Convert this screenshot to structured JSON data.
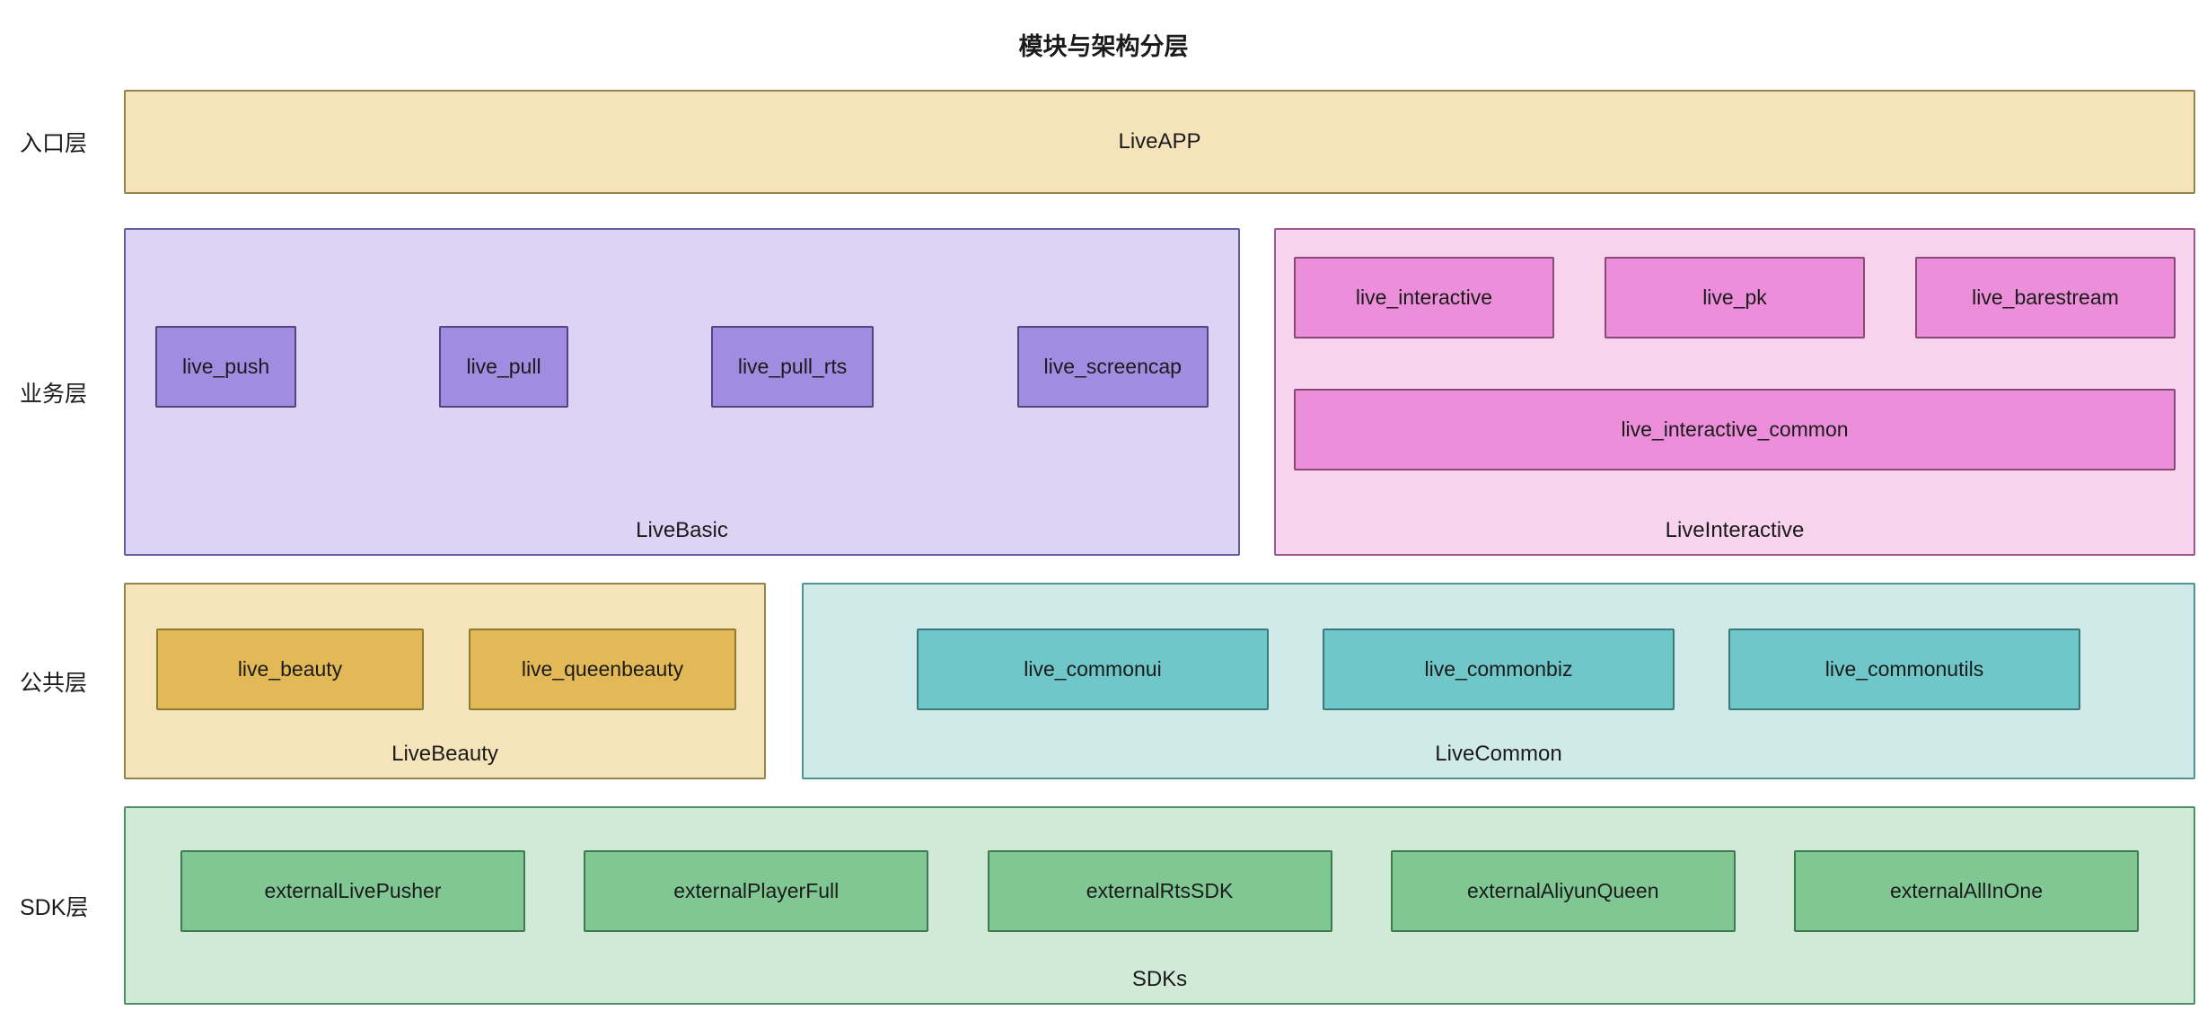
{
  "title": "模块与架构分层",
  "layers": {
    "entry": "入口层",
    "business": "业务层",
    "common": "公共层",
    "sdk": "SDK层"
  },
  "nodes": {
    "liveapp": {
      "label": "LiveAPP"
    },
    "livebasic": {
      "label": "LiveBasic",
      "items": [
        "live_push",
        "live_pull",
        "live_pull_rts",
        "live_screencap"
      ]
    },
    "liveinteractive": {
      "label": "LiveInteractive",
      "top_items": [
        "live_interactive",
        "live_pk",
        "live_barestream"
      ],
      "wide_item": "live_interactive_common"
    },
    "livebeauty": {
      "label": "LiveBeauty",
      "items": [
        "live_beauty",
        "live_queenbeauty"
      ]
    },
    "livecommon": {
      "label": "LiveCommon",
      "items": [
        "live_commonui",
        "live_commonbiz",
        "live_commonutils"
      ]
    },
    "sdks": {
      "label": "SDKs",
      "items": [
        "externalLivePusher",
        "externalPlayerFull",
        "externalRtsSDK",
        "externalAliyunQueen",
        "externalAllInOne"
      ]
    }
  },
  "colors": {
    "tan-bg": "#f5e4ba",
    "tan-border": "#94834a",
    "gold-bg": "#e3b857",
    "gold-node-border": "#8f7c33",
    "purple-light-bg": "#ddd3f5",
    "purple-border": "#6a5aa0",
    "purple-bg": "#a28ce2",
    "purple-node-border": "#55457e",
    "pink-light-bg": "#f8d3ee",
    "pink-border": "#a05890",
    "pink-bg": "#ec8ed9",
    "pink-node-border": "#8a4a78",
    "teal-light-bg": "#d0eaea",
    "teal-border": "#4f9494",
    "teal-bg": "#70c7c9",
    "teal-node-border": "#3a7a7c",
    "green-light-bg": "#d1ead7",
    "green-border": "#4f8f63",
    "green-bg": "#80c793",
    "green-node-border": "#3d7a50",
    "text": "#1b1b1b"
  }
}
